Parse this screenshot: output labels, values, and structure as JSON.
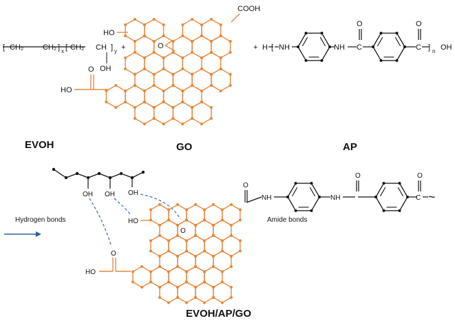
{
  "colors": {
    "graphene": "#e8873a",
    "bond": "#111111",
    "hbond": "#3b6aa8",
    "arrow": "#2f5fa0"
  },
  "labels": {
    "evoh": "EVOH",
    "go": "GO",
    "ap": "AP",
    "product": "EVOH/AP/GO",
    "hydrogen_bonds": "Hydrogen bonds",
    "amide_bonds": "Amide bonds"
  },
  "formula": {
    "ch2": "CH₂",
    "ch2b": "CH₂",
    "ch2c": "CH₂",
    "ch": "CH",
    "x": "x",
    "y": "y",
    "n": "n",
    "oh": "OH",
    "h": "H",
    "nh": "NH",
    "o": "O",
    "c": "C",
    "ho": "HO",
    "cooh": "COOH",
    "plus": "+",
    "tilde": "~"
  }
}
